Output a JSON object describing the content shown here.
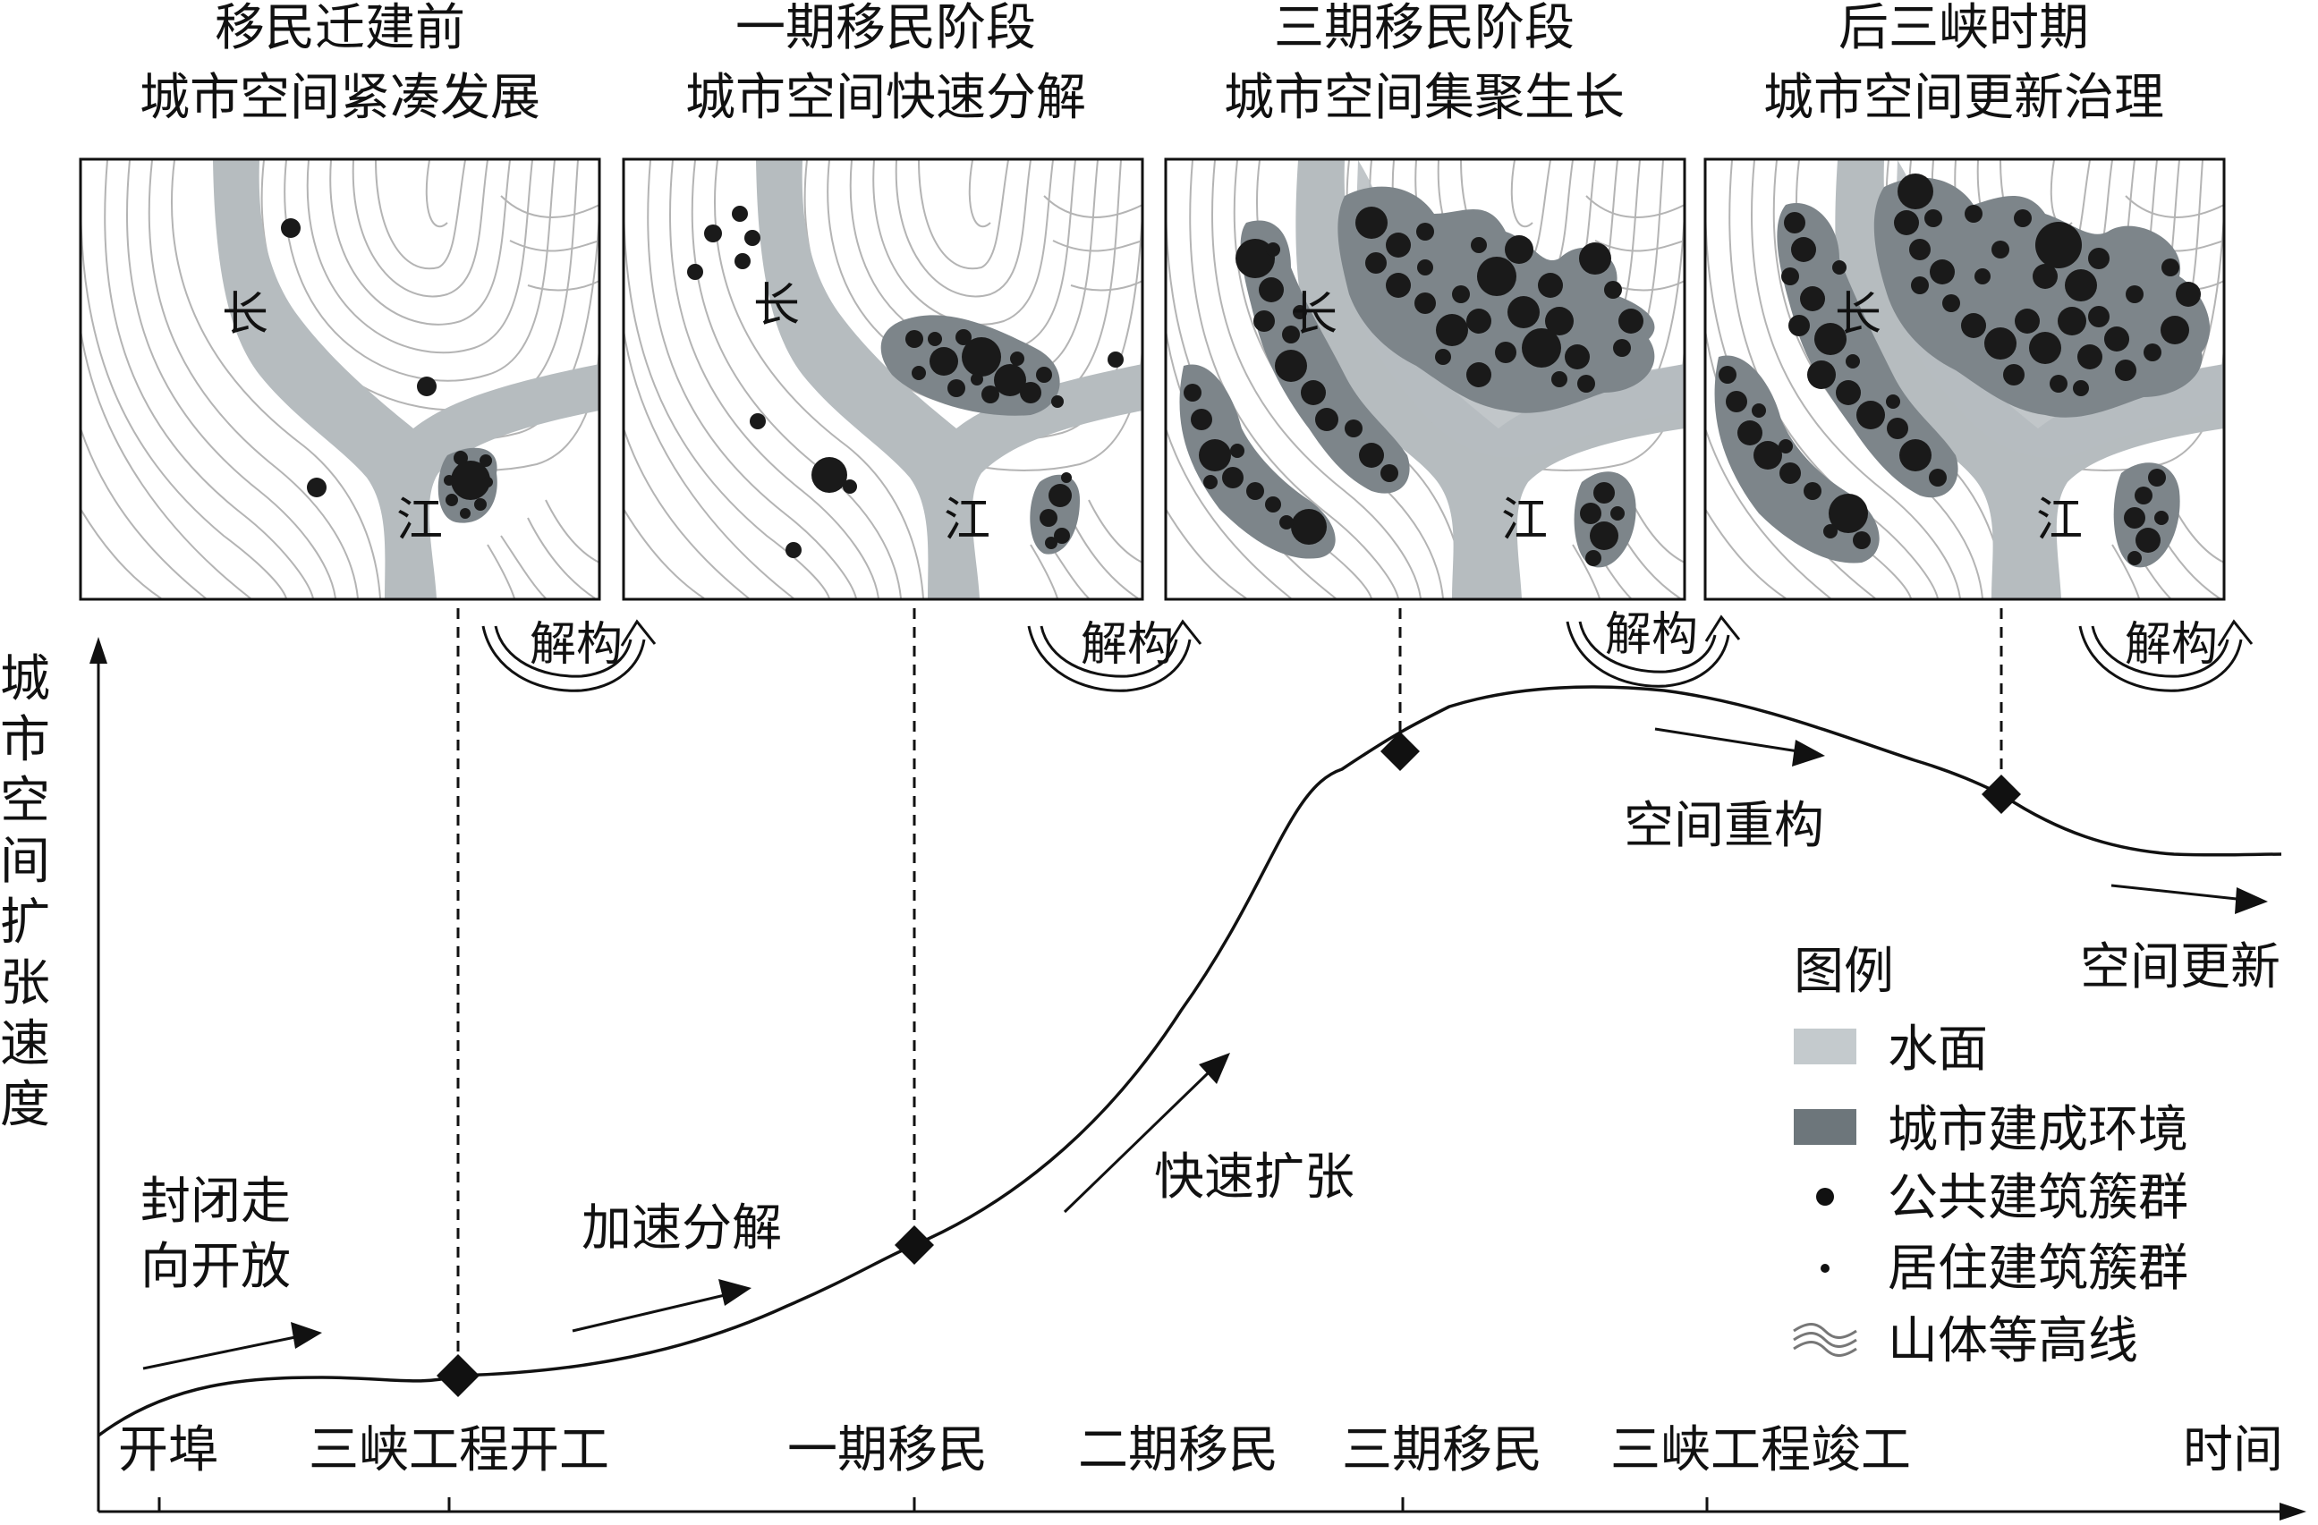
{
  "panels": [
    {
      "title_line1": "移民迁建前",
      "title_line2": "城市空间紧凑发展",
      "label_chang": "长",
      "label_jiang": "江"
    },
    {
      "title_line1": "一期移民阶段",
      "title_line2": "城市空间快速分解",
      "label_chang": "长",
      "label_jiang": "江"
    },
    {
      "title_line1": "三期移民阶段",
      "title_line2": "城市空间集聚生长",
      "label_chang": "长",
      "label_jiang": "江"
    },
    {
      "title_line1": "后三峡时期",
      "title_line2": "城市空间更新治理",
      "label_chang": "长",
      "label_jiang": "江"
    }
  ],
  "deconstruct_label": "解构",
  "y_axis_label": [
    "城",
    "市",
    "空",
    "间",
    "扩",
    "张",
    "速",
    "度"
  ],
  "x_axis_label": "时间",
  "milestones": [
    "开埠",
    "三峡工程开工",
    "一期移民",
    "二期移民",
    "三期移民",
    "三峡工程竣工"
  ],
  "phase_labels": {
    "open_line1": "封闭走",
    "open_line2": "向开放",
    "accelerate": "加速分解",
    "rapid": "快速扩张",
    "restructure": "空间重构",
    "renewal": "空间更新"
  },
  "legend": {
    "title": "图例",
    "items": [
      {
        "label": "水面",
        "color": "#c4cacd",
        "icon": "water-swatch"
      },
      {
        "label": "城市建成环境",
        "color": "#6d767b",
        "icon": "built-env-swatch"
      },
      {
        "label": "公共建筑簇群",
        "icon": "large-dot"
      },
      {
        "label": "居住建筑簇群",
        "icon": "small-dot"
      },
      {
        "label": "山体等高线",
        "icon": "contour-waves"
      }
    ]
  },
  "colors": {
    "water": "#b6bcbf",
    "built": "#7d858a",
    "building": "#1a1a1a",
    "contour": "#b4b4b4"
  }
}
